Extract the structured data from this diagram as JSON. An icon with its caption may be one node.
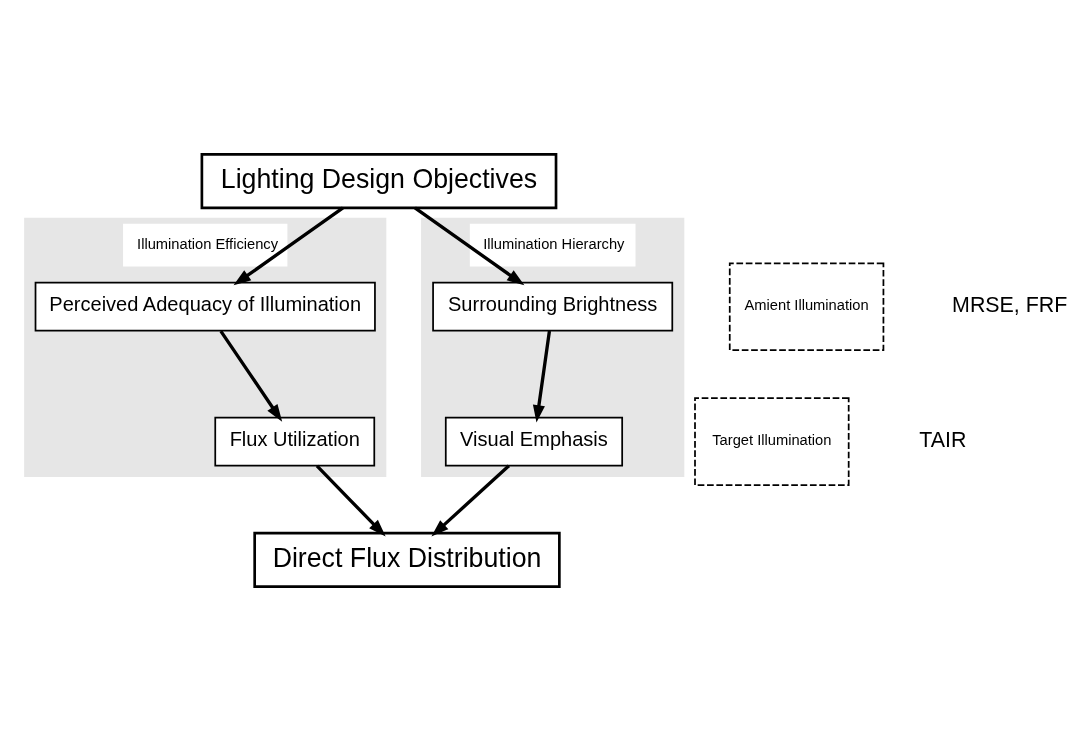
{
  "diagram": {
    "nodes": [
      {
        "text": [
          "Lighting Design Objectives"
        ]
      },
      {
        "text": [
          "Illumination Efficiency"
        ]
      },
      {
        "text": [
          "Illumination Hierarchy"
        ]
      },
      {
        "text": [
          "Amient Illumination"
        ],
        "beside": [
          "MRSE, FRF"
        ]
      },
      {
        "text": [
          "Perceived Adequacy of Illumination"
        ],
        "in": 1
      },
      {
        "text": [
          "Surrounding Brightness"
        ],
        "in": 2
      },
      {
        "text": [
          "Target Illumination"
        ],
        "beside": [
          "TAIR"
        ]
      },
      {
        "text": [
          "Flux Utilization"
        ],
        "in": 1
      },
      {
        "text": [
          "Visual Emphasis"
        ],
        "in": 2
      },
      {
        "text": [
          "Direct Flux Distribution"
        ]
      }
    ],
    "edges": [
      {
        "from": 0,
        "to": 4,
        "arrow": "to"
      },
      {
        "from": 0,
        "to": 5,
        "arrow": "to"
      },
      {
        "from": 4,
        "to": 7,
        "arrow": "to"
      },
      {
        "from": 5,
        "to": 8,
        "arrow": "to"
      },
      {
        "from": 7,
        "to": 9,
        "arrow": "to"
      },
      {
        "from": 8,
        "to": 9,
        "arrow": "to"
      }
    ]
  }
}
